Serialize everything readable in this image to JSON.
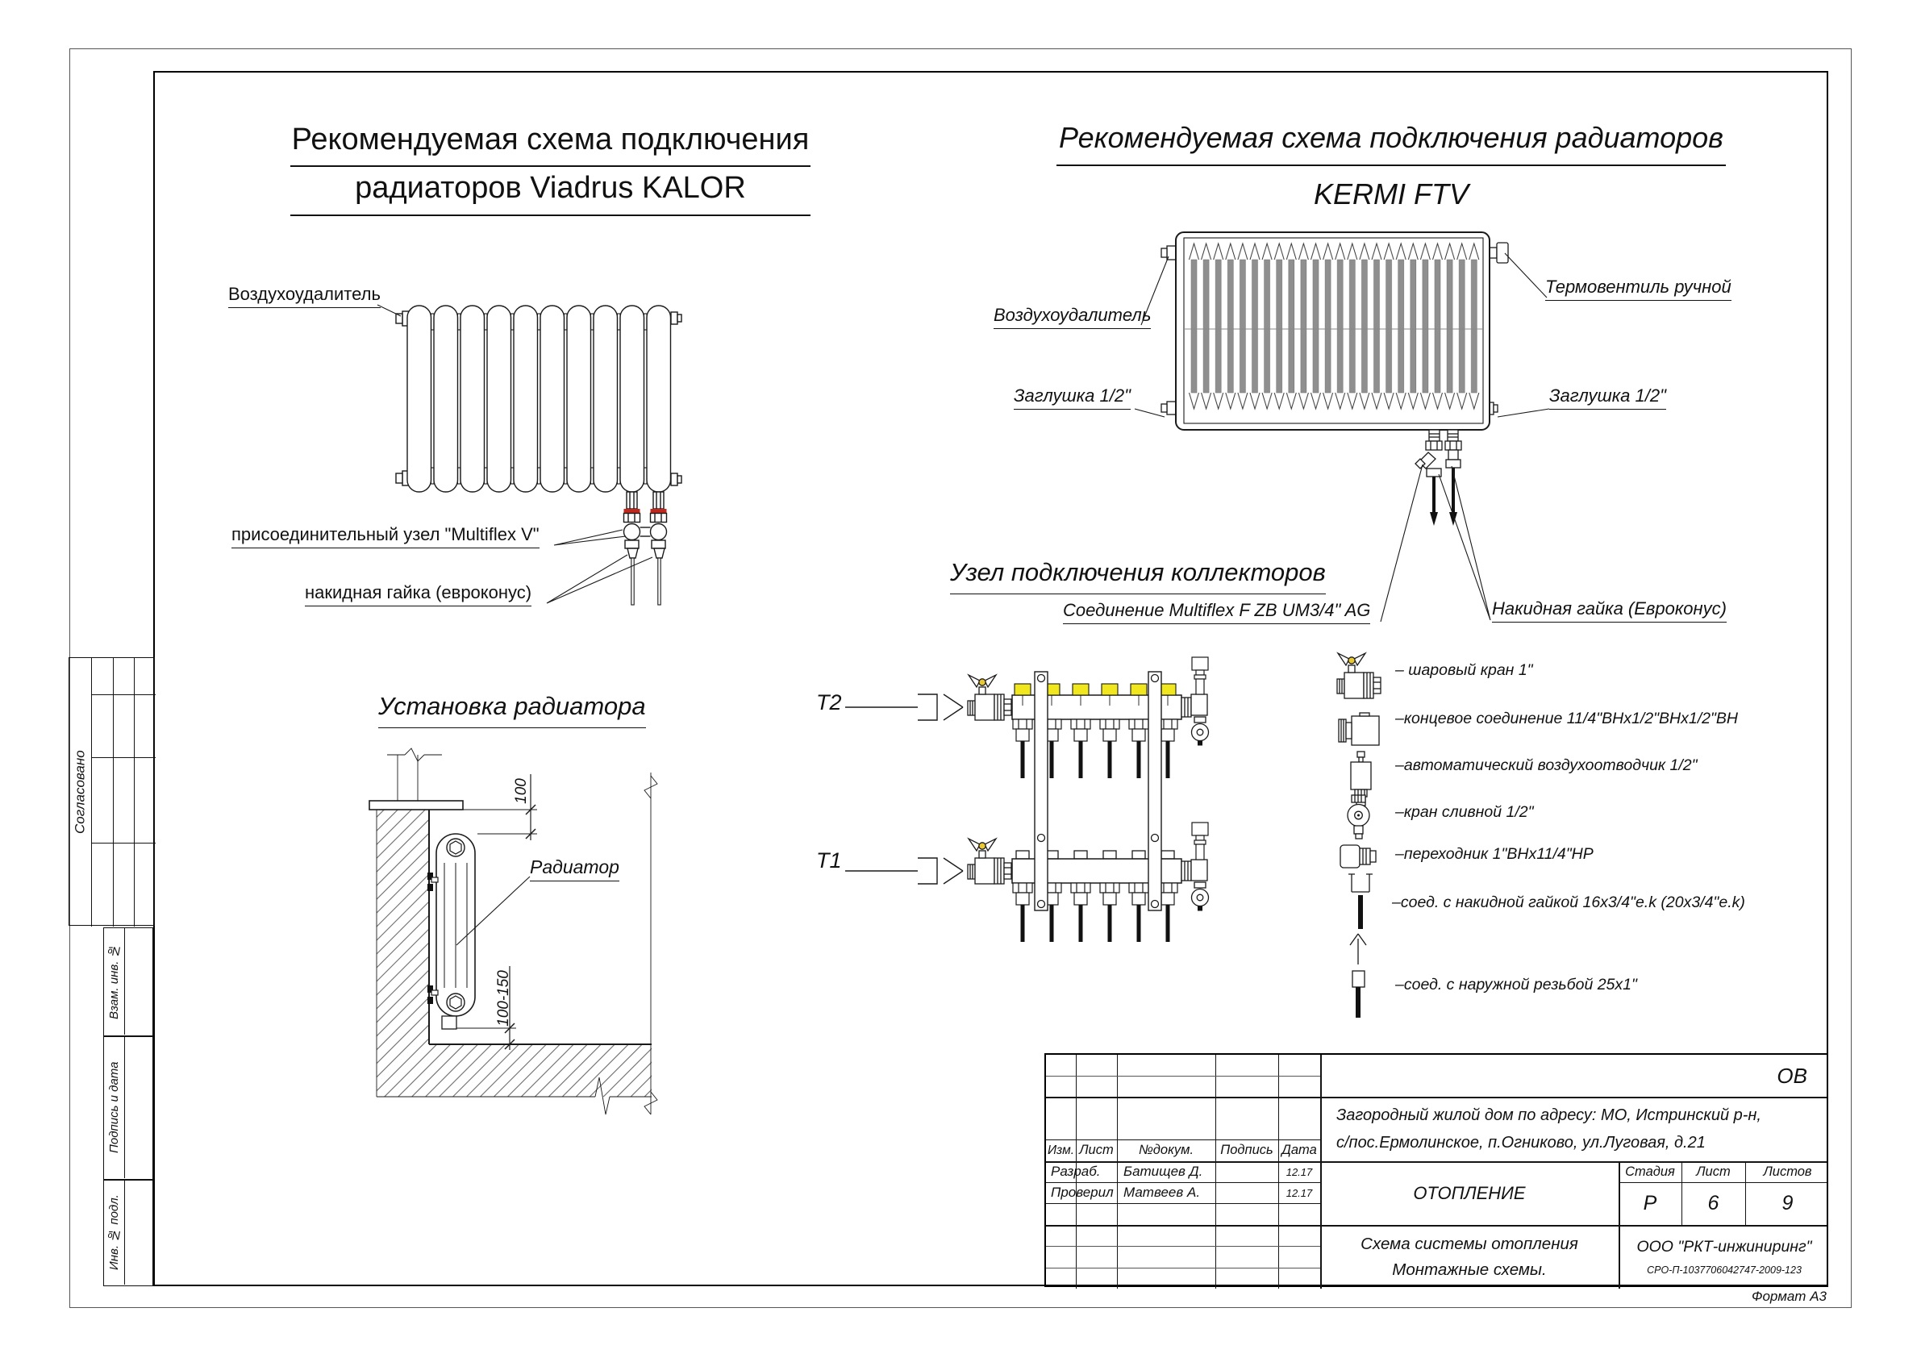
{
  "document": {
    "format": "Формат А3"
  },
  "titles": {
    "left1": "Рекомендуемая схема подключения",
    "left2": "радиаторов Viadrus KALOR",
    "right1": "Рекомендуемая схема подключения радиаторов",
    "right2": "KERMI FTV",
    "collectors": "Узел подключения коллекторов",
    "install": "Установка радиатора"
  },
  "viadrus": {
    "air_vent": "Воздухоудалитель",
    "node": "присоединительный узел \"Multiflex V\"",
    "nut": "накидная гайка (евроконус)"
  },
  "kermi": {
    "air_vent": "Воздухоудалитель",
    "thermo": "Термовентиль ручной",
    "plug_left": "Заглушка 1/2\"",
    "plug_right": "Заглушка 1/2\"",
    "multiflex": "Соединение Multiflex F ZB UM3/4\" AG",
    "euro_nut": "Накидная гайка (Евроконус)"
  },
  "install": {
    "radiator": "Радиатор",
    "dim_top": "100",
    "dim_bottom": "100-150"
  },
  "manifold": {
    "t2": "Т2",
    "t1": "Т1"
  },
  "legend": {
    "items": [
      {
        "icon": "ball-valve-icon",
        "text": "– шаровый кран  1\""
      },
      {
        "icon": "end-connection-icon",
        "text": "–концевое соединение 11/4\"ВНх1/2\"ВНх1/2\"ВН"
      },
      {
        "icon": "auto-air-vent-icon",
        "text": "–автоматический воздухоотводчик 1/2\""
      },
      {
        "icon": "drain-valve-icon",
        "text": "–кран сливной 1/2\""
      },
      {
        "icon": "adapter-icon",
        "text": "–переходник 1\"ВНх11/4\"НР"
      },
      {
        "icon": "union-nut-connection-icon",
        "text": "–соед. с накидной гайкой 16х3/4\"е.k (20х3/4\"е.k)"
      },
      {
        "icon": "external-thread-connection-icon",
        "text": "–соед. с наружной резьбой 25х1\""
      }
    ]
  },
  "side_stamp": {
    "agreed": "Согласовано",
    "vzam": "Взам. инв. №",
    "podpis": "Подпись и дата",
    "inv": "Инв. № подл."
  },
  "title_block": {
    "code": "ОВ",
    "address1": "Загородный жилой дом по адресу: МО, Истринский р-н,",
    "address2": "с/пос.Ермолинское, п.Огниково, ул.Луговая, д.21",
    "section": "ОТОПЛЕНИЕ",
    "izm": "Изм.",
    "list": "Лист",
    "doc": "№докум.",
    "sign": "Подпись",
    "date": "Дата",
    "rows": [
      {
        "role": "Разраб.",
        "name": "Батищев Д.",
        "date": "12.17"
      },
      {
        "role": "Проверил",
        "name": "Матвеев А.",
        "date": "12.17"
      }
    ],
    "stage_label": "Стадия",
    "sheet_label": "Лист",
    "sheets_label": "Листов",
    "stage": "Р",
    "sheet": "6",
    "sheets": "9",
    "doc_line1": "Схема системы отопления",
    "doc_line2": "Монтажные схемы.",
    "company": "ООО \"РКТ-инжиниринг\"",
    "sro": "СРО-П-1037706042747-2009-123"
  },
  "colors": {
    "accent_yellow": "#f0e71e",
    "accent_red": "#c1271c",
    "fin_gray": "#8f8f8f"
  }
}
